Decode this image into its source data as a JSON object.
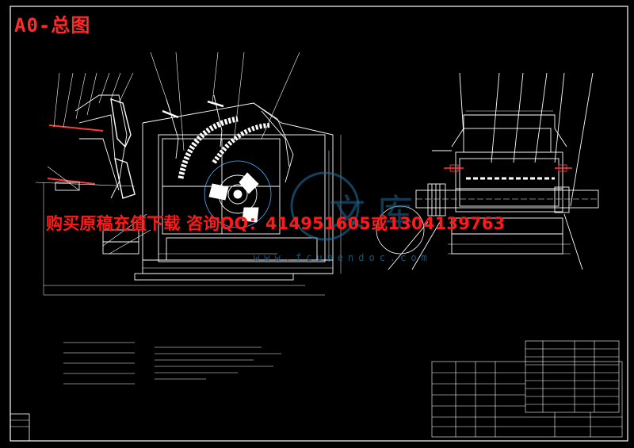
{
  "header": {
    "sheet_label": "A0-总图"
  },
  "overlay": {
    "promo_text": "购买原稿充值下载 咨询QQ：414951605或1304139763"
  },
  "watermark": {
    "cn": "文库",
    "url": "www.fcunendoc.com"
  },
  "colors": {
    "line": "#ffffff",
    "accent": "#ff2a2a",
    "dims": "#e0e0e0",
    "watermark": "#1f6a98"
  }
}
